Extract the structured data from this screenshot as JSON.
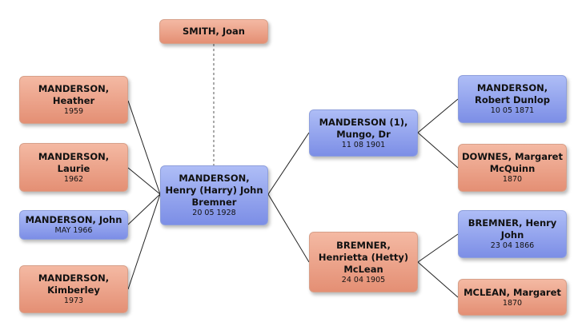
{
  "people": {
    "spouse": {
      "name": "SMITH, Joan",
      "date": ""
    },
    "child1": {
      "name": "MANDERSON,\nHeather",
      "date": "1959"
    },
    "child2": {
      "name": "MANDERSON,\nLaurie",
      "date": "1962"
    },
    "child3": {
      "name": "MANDERSON, John",
      "date": "MAY 1966"
    },
    "child4": {
      "name": "MANDERSON,\nKimberley",
      "date": "1973"
    },
    "focus": {
      "name": "MANDERSON,\nHenry (Harry) John\nBremner",
      "date": "20 05 1928"
    },
    "father": {
      "name": "MANDERSON (1),\nMungo, Dr",
      "date": "11 08 1901"
    },
    "mother": {
      "name": "BREMNER,\nHenrietta (Hetty)\nMcLean",
      "date": "24 04 1905"
    },
    "pat_gf": {
      "name": "MANDERSON,\nRobert Dunlop",
      "date": "10 05 1871"
    },
    "pat_gm": {
      "name": "DOWNES, Margaret\nMcQuinn",
      "date": "1870"
    },
    "mat_gf": {
      "name": "BREMNER, Henry\nJohn",
      "date": "23 04 1866"
    },
    "mat_gm": {
      "name": "MCLEAN, Margaret",
      "date": "1870"
    }
  },
  "colors": {
    "female": "#e9a086",
    "male": "#8fa0ec",
    "connector": "#222222"
  }
}
